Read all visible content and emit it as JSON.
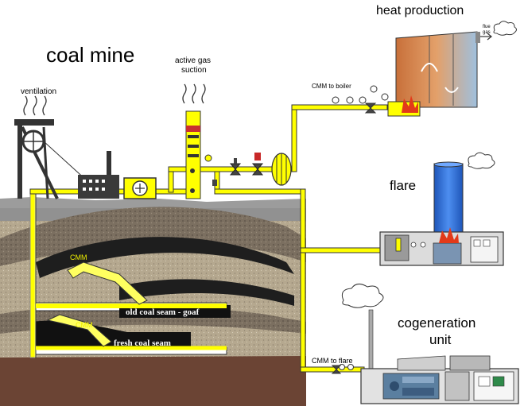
{
  "title": "coal mine",
  "labels": {
    "ventilation": "ventilation",
    "active_gas_line1": "active gas",
    "active_gas_line2": "suction",
    "heat_production": "heat production",
    "cmm_to_boiler": "CMM to boiler",
    "flue_gas_line1": "flue",
    "flue_gas_line2": "gas",
    "flare": "flare",
    "cogeneration_line1": "cogeneration",
    "cogeneration_line2": "unit",
    "cmm_to_flare": "CMM to flare",
    "cmm_upper": "CMM",
    "cmm_lower": "CMM",
    "old_seam": "old coal seam - goaf",
    "fresh_seam": "fresh coal seam"
  },
  "colors": {
    "gas_pipe": "#ffff00",
    "pipe_outline": "#333333",
    "rock": "#b9ad98",
    "coal": "#1a1a1a",
    "soil": "#6b4a38",
    "surface": "#9a9a9a",
    "flare_column": "#2f6fd6",
    "boiler": "#d88040",
    "cmm_text": "#f0f000"
  },
  "icons": [
    "headframe-icon",
    "smoke-icon",
    "pump-icon",
    "valve-icon",
    "flame-icon",
    "cloud-icon",
    "engine-icon"
  ]
}
